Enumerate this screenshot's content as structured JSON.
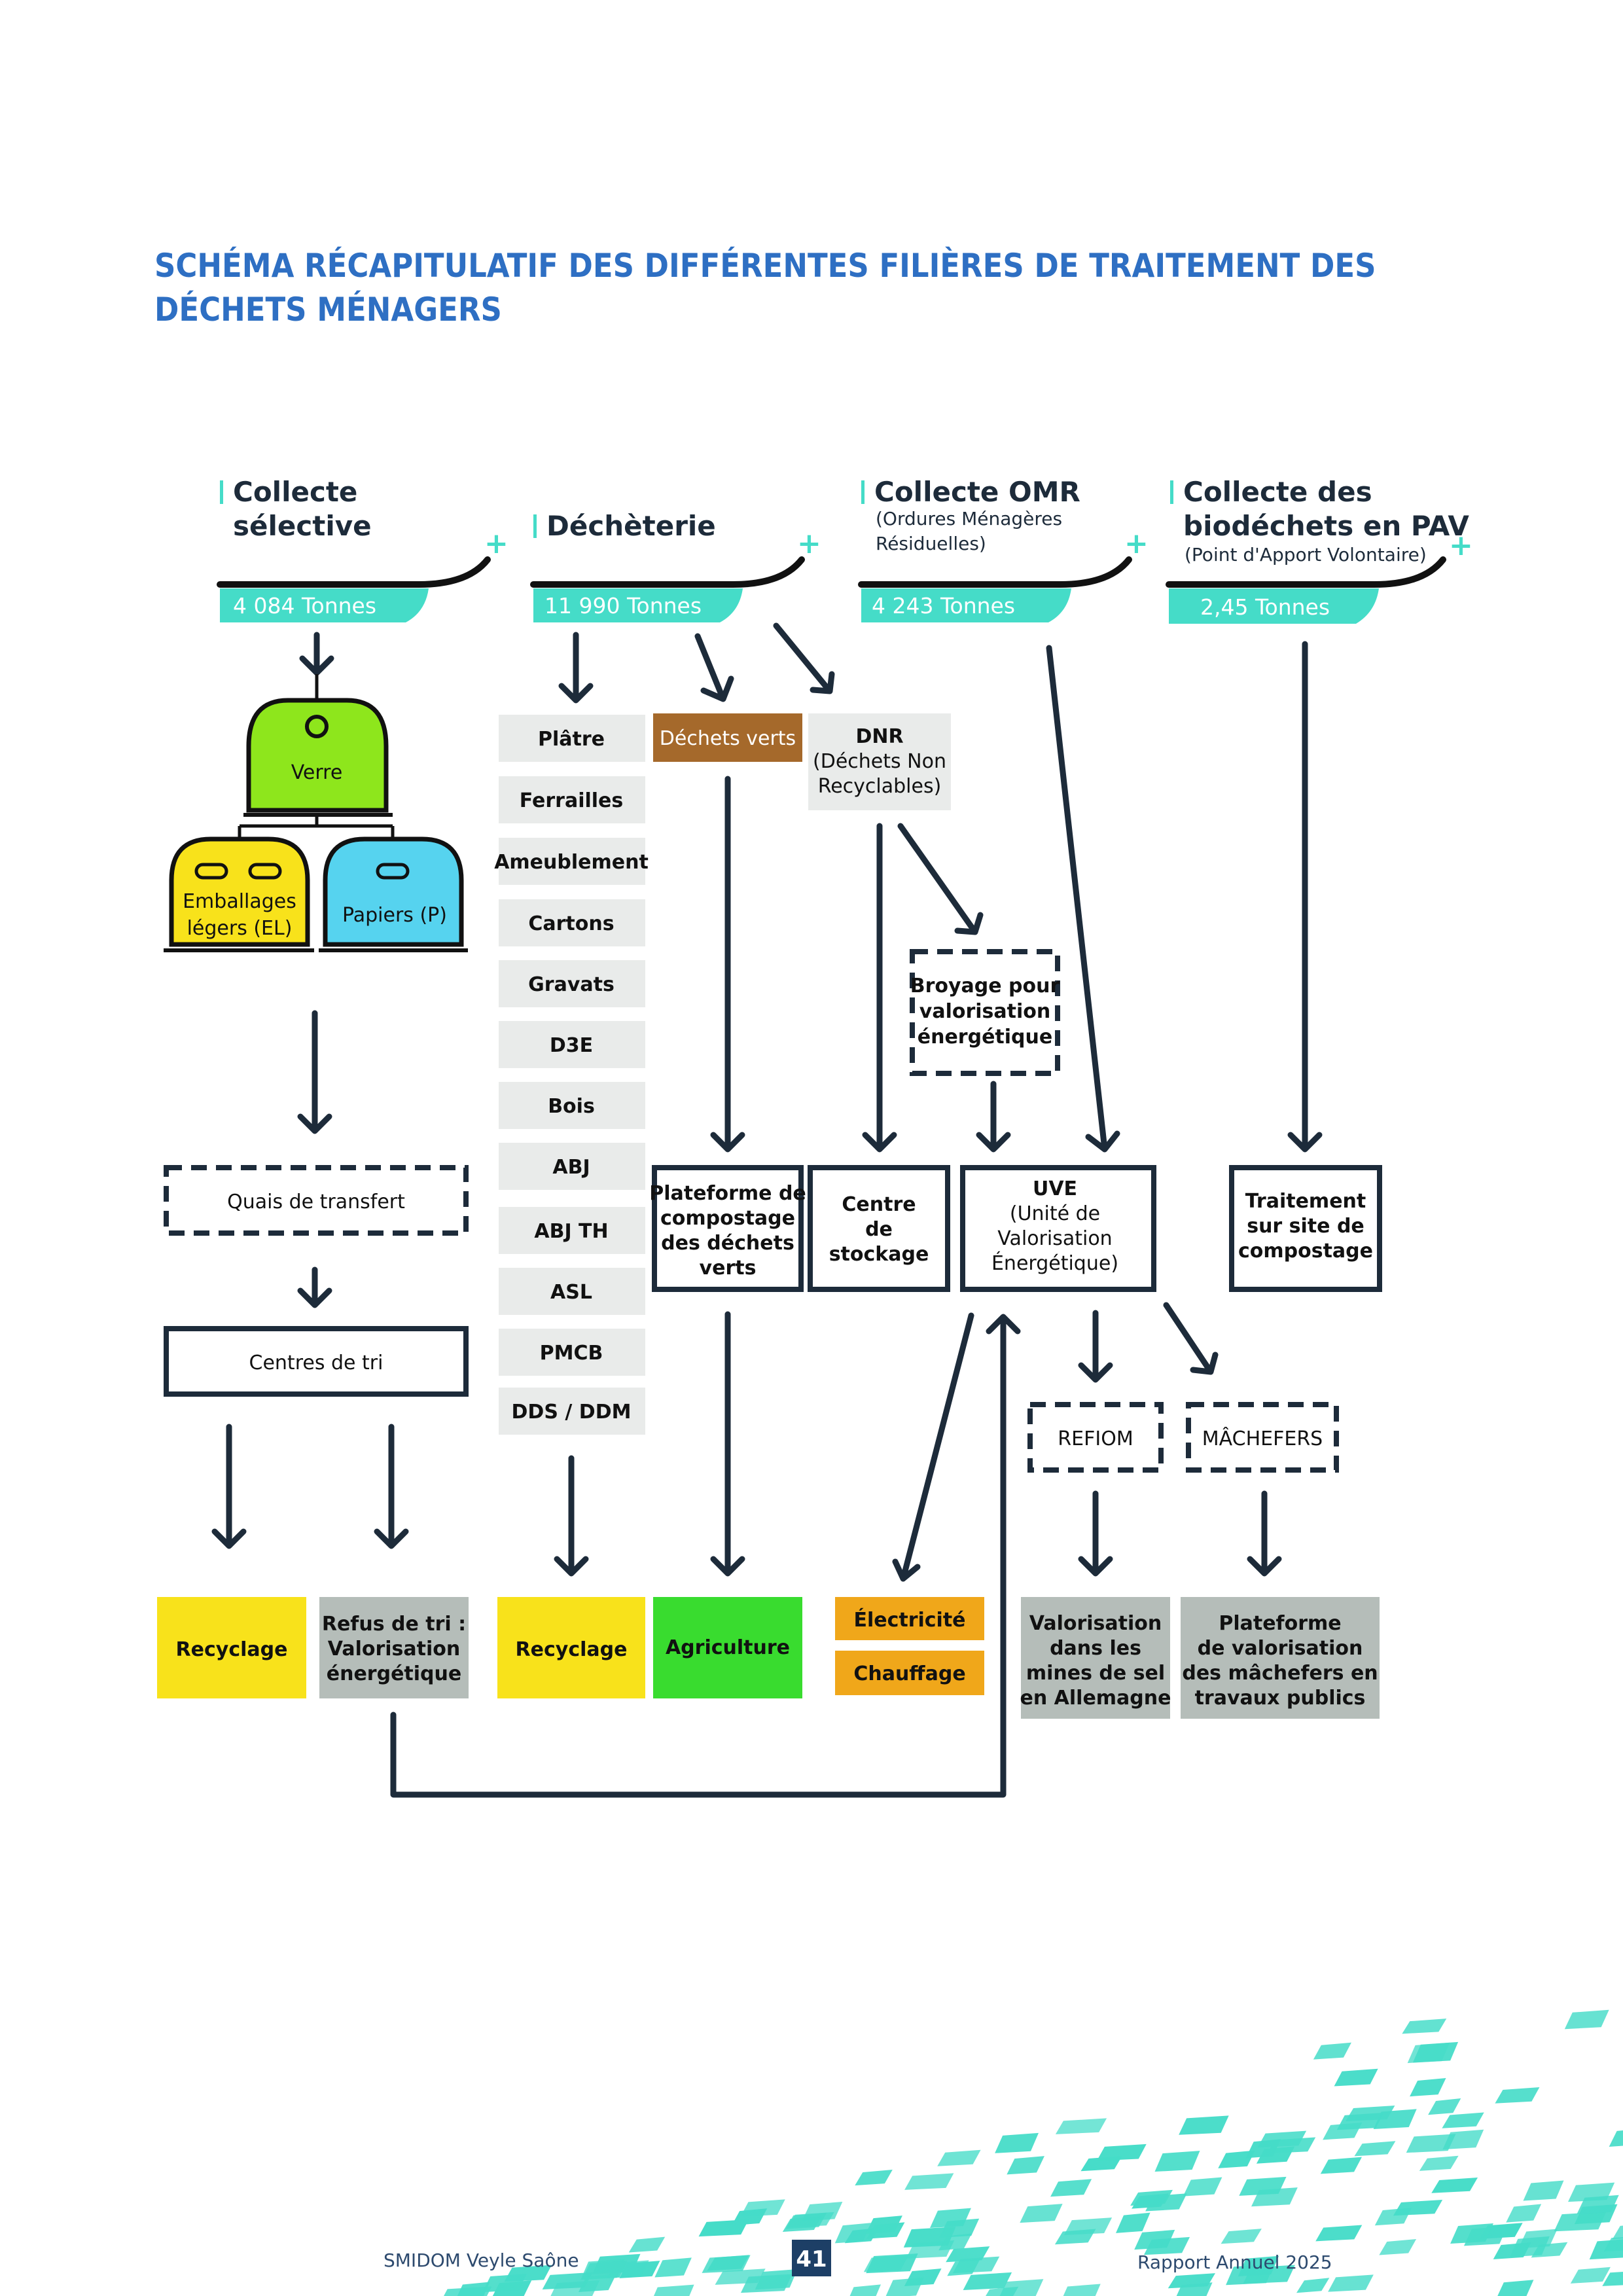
{
  "title": {
    "line1": "SCHÉMA RÉCAPITULATIF DES DIFFÉRENTES FILIÈRES DE TRAITEMENT DES",
    "line2": "DÉCHETS MÉNAGERS"
  },
  "columns": [
    {
      "line1": "Collecte",
      "line2": "sélective",
      "sub1": "",
      "sub2": "",
      "tonnage": "4 084 Tonnes"
    },
    {
      "line1": "Déchèterie",
      "line2": "",
      "sub1": "",
      "sub2": "",
      "tonnage": "11 990 Tonnes"
    },
    {
      "line1": "Collecte OMR",
      "line2": "",
      "sub1": "(Ordures Ménagères",
      "sub2": "Résiduelles)",
      "tonnage": "4 243 Tonnes"
    },
    {
      "line1": "Collecte des",
      "line2": "biodéchets en PAV",
      "sub1": "(Point d'Apport Volontaire)",
      "sub2": "",
      "tonnage": "2,45 Tonnes"
    }
  ],
  "bins": {
    "verre": "Verre",
    "el_line1": "Emballages",
    "el_line2": "légers (EL)",
    "papiers": "Papiers (P)"
  },
  "dechetterie_items": [
    "Plâtre",
    "Ferrailles",
    "Ameublement",
    "Cartons",
    "Gravats",
    "D3E",
    "Bois",
    "ABJ",
    "ABJ TH",
    "ASL",
    "PMCB",
    "DDS / DDM"
  ],
  "dechets_verts": "Déchets verts",
  "dnr": {
    "line1": "DNR",
    "line2": "(Déchets Non",
    "line3": "Recyclables)"
  },
  "broyage": {
    "line1": "Broyage pour",
    "line2": "valorisation",
    "line3": "énergétique"
  },
  "quais": "Quais de transfert",
  "centres_tri": "Centres de tri",
  "plateforme_compost": {
    "line1": "Plateforme de",
    "line2": "compostage",
    "line3": "des déchets",
    "line4": "verts"
  },
  "centre_stockage": {
    "line1": "Centre",
    "line2": "de",
    "line3": "stockage"
  },
  "uve": {
    "line1": "UVE",
    "line2": "(Unité de",
    "line3": "Valorisation",
    "line4": "Énergétique)"
  },
  "traitement": {
    "line1": "Traitement",
    "line2": "sur site de",
    "line3": "compostage"
  },
  "refiom": "REFIOM",
  "machefers": "MÂCHEFERS",
  "outputs": {
    "recyclage1": "Recyclage",
    "refus": {
      "line1": "Refus de tri :",
      "line2": "Valorisation",
      "line3": "énergétique"
    },
    "recyclage2": "Recyclage",
    "agriculture": "Agriculture",
    "electricite": "Électricité",
    "chauffage": "Chauffage",
    "valorisation_mines": {
      "line1": "Valorisation",
      "line2": "dans les",
      "line3": "mines de sel",
      "line4": "en Allemagne"
    },
    "plateforme_machefers": {
      "line1": "Plateforme",
      "line2": "de valorisation",
      "line3": "des mâchefers en",
      "line4": "travaux publics"
    }
  },
  "footer": {
    "left": "SMIDOM Veyle Saône",
    "page": "41",
    "right": "Rapport Annuel 2025"
  },
  "colors": {
    "title": "#2e6fc3",
    "teal": "#45dcc8",
    "navy": "#1d2b3a",
    "verre": "#8ee61c",
    "emballages": "#f8e21b",
    "papiers": "#56d3ef",
    "dechets_verts": "#a5692b",
    "grey_item": "#e9ebea",
    "recyclage": "#f8e21b",
    "refus": "#b5bdb9",
    "agriculture": "#39dc2f",
    "energie": "#f0a71a"
  }
}
